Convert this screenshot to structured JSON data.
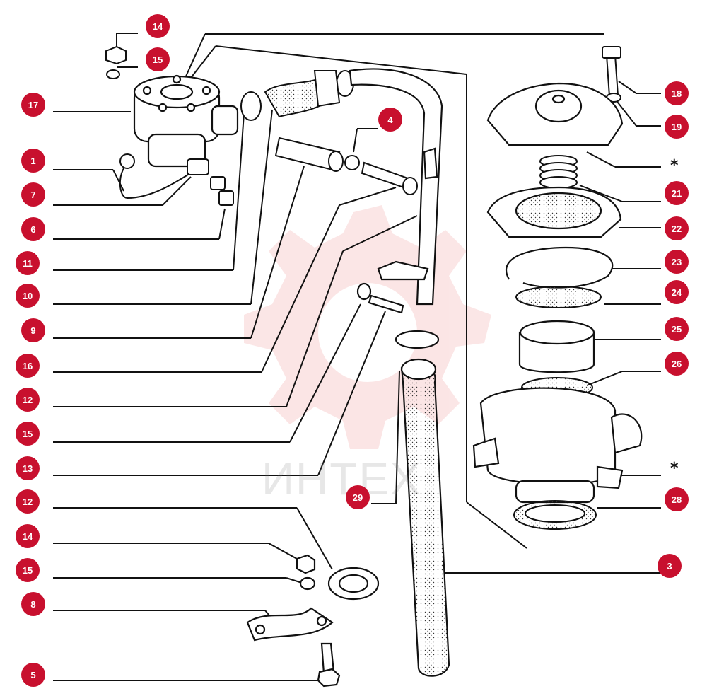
{
  "colors": {
    "callout": "#c8102e",
    "line": "#111111",
    "watermark_gear": "#f4b6b6"
  },
  "watermark": {
    "text": "ИНТЕХ",
    "icon": "gear-logo-icon"
  },
  "callouts": [
    {
      "id": "c14a",
      "label": "14"
    },
    {
      "id": "c15a",
      "label": "15"
    },
    {
      "id": "c17",
      "label": "17"
    },
    {
      "id": "c1",
      "label": "1"
    },
    {
      "id": "c7",
      "label": "7"
    },
    {
      "id": "c6",
      "label": "6"
    },
    {
      "id": "c11",
      "label": "11"
    },
    {
      "id": "c10",
      "label": "10"
    },
    {
      "id": "c9",
      "label": "9"
    },
    {
      "id": "c16",
      "label": "16"
    },
    {
      "id": "c12a",
      "label": "12"
    },
    {
      "id": "c15b",
      "label": "15"
    },
    {
      "id": "c13",
      "label": "13"
    },
    {
      "id": "c12b",
      "label": "12"
    },
    {
      "id": "c14b",
      "label": "14"
    },
    {
      "id": "c15c",
      "label": "15"
    },
    {
      "id": "c8",
      "label": "8"
    },
    {
      "id": "c5",
      "label": "5"
    },
    {
      "id": "c4",
      "label": "4"
    },
    {
      "id": "c29",
      "label": "29"
    },
    {
      "id": "c18",
      "label": "18"
    },
    {
      "id": "c19",
      "label": "19"
    },
    {
      "id": "c21",
      "label": "21"
    },
    {
      "id": "c22",
      "label": "22"
    },
    {
      "id": "c23",
      "label": "23"
    },
    {
      "id": "c24",
      "label": "24"
    },
    {
      "id": "c25",
      "label": "25"
    },
    {
      "id": "c26",
      "label": "26"
    },
    {
      "id": "c28",
      "label": "28"
    },
    {
      "id": "c3",
      "label": "3"
    }
  ],
  "stars": [
    {
      "id": "s1",
      "label": "*"
    },
    {
      "id": "s2",
      "label": "*"
    }
  ]
}
